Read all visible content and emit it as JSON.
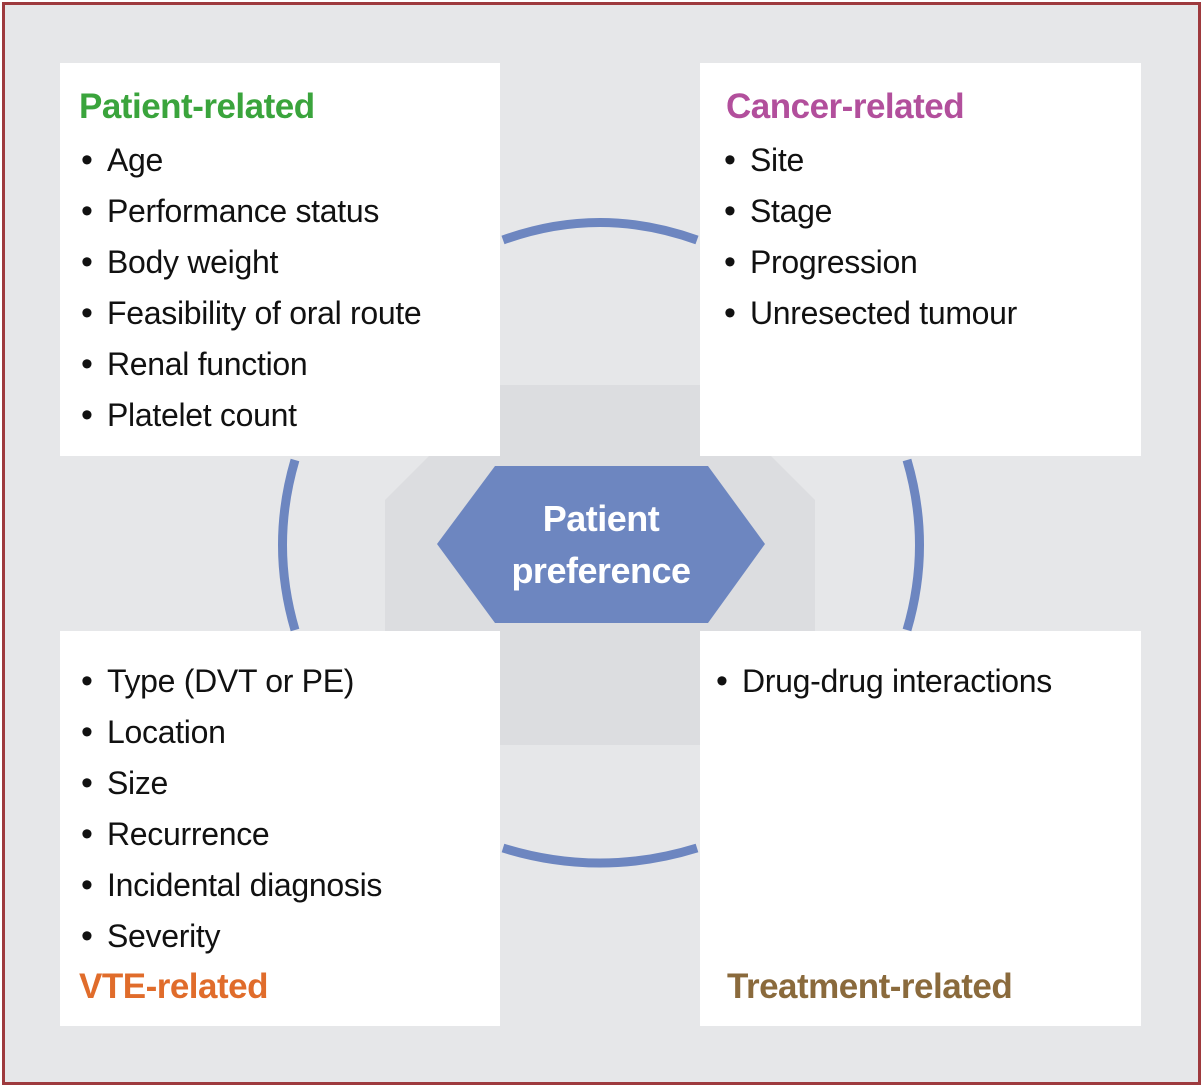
{
  "center": {
    "line1": "Patient",
    "line2": "preference"
  },
  "panels": {
    "patient": {
      "title": "Patient-related",
      "items": [
        "Age",
        "Performance status",
        "Body weight",
        "Feasibility of oral route",
        "Renal function",
        "Platelet count"
      ]
    },
    "cancer": {
      "title": "Cancer-related",
      "items": [
        "Site",
        "Stage",
        "Progression",
        "Unresected tumour"
      ]
    },
    "vte": {
      "title": "VTE-related",
      "items": [
        "Type (DVT or PE)",
        "Location",
        "Size",
        "Recurrence",
        "Incidental diagnosis",
        "Severity"
      ]
    },
    "treatment": {
      "title": "Treatment-related",
      "items": [
        "Drug-drug interactions"
      ]
    }
  },
  "colors": {
    "frame_border": "#9e3a3e",
    "background": "#e6e7e9",
    "hexagon": "#6d86c0",
    "arcs": "#6d86c0",
    "patient_title": "#3aa43c",
    "cancer_title": "#b24f9c",
    "vte_title": "#e06c2b",
    "treatment_title": "#8a6a3c"
  }
}
